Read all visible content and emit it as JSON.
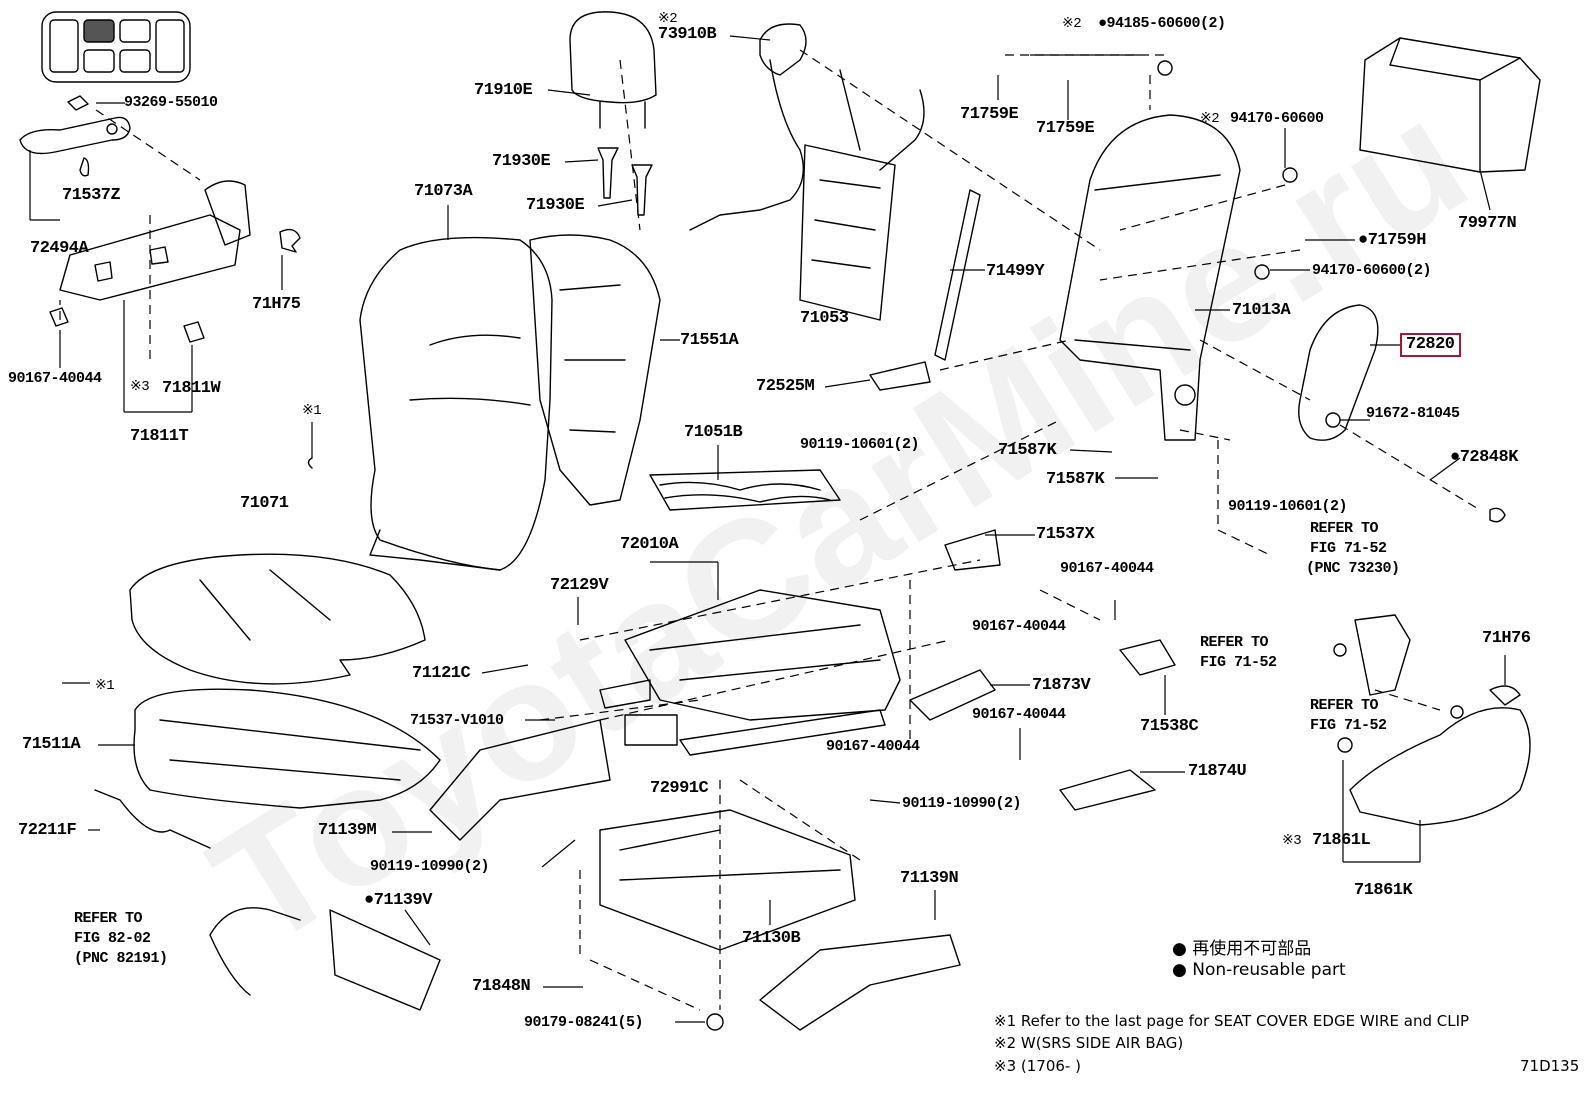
{
  "watermark": "ToyotaCarMine.ru",
  "figure_code": "71D135",
  "highlight_color": "#9b1b3a",
  "legend": {
    "jp": "再使用不可部品",
    "en": "Non-reusable part"
  },
  "notes": [
    "※1 Refer to the last page for SEAT COVER EDGE WIRE and CLIP",
    "※2 W(SRS SIDE AIR BAG)",
    "※3 (1706-    )"
  ],
  "labels": {
    "p93269": "93269-55010",
    "p71537Z": "71537Z",
    "p72494A": "72494A",
    "p90167a": "90167-40044",
    "p71811W": "71811W",
    "p71811T": "71811T",
    "p71H75": "71H75",
    "n1a": "※1",
    "n3a": "※3",
    "p71071": "71071",
    "n1b": "※1",
    "p71511A": "71511A",
    "p72211F": "72211F",
    "p71139M": "71139M",
    "p71139V": "71139V",
    "ref1_l1": "REFER TO",
    "ref1_l2": "FIG 82-02",
    "ref1_l3": "(PNC 82191)",
    "n2a": "※2",
    "p73910B": "73910B",
    "p71910E": "71910E",
    "p71930E1": "71930E",
    "p71930E2": "71930E",
    "p71073A": "71073A",
    "p71551A": "71551A",
    "p71053": "71053",
    "p71051B": "71051B",
    "p90119a": "90119-10601(2)",
    "p72010A": "72010A",
    "p72129V": "72129V",
    "p71121C": "71121C",
    "p71537V": "71537-V1010",
    "p72991C": "72991C",
    "p90119b": "90119-10990(2)",
    "p71130B": "71130B",
    "p71848N": "71848N",
    "p90179": "90179-08241(5)",
    "p71139N": "71139N",
    "p90119c": "90119-10990(2)",
    "p90167b": "90167-40044",
    "n2b": "※2",
    "p94185": "94185-60600(2)",
    "p71759E1": "71759E",
    "p71759E2": "71759E",
    "n2c": "※2",
    "p94170a": "94170-60600",
    "p71499Y": "71499Y",
    "p71013A": "71013A",
    "p72525M": "72525M",
    "p71587K1": "71587K",
    "p71587K2": "71587K",
    "p71537X": "71537X",
    "p90167c": "90167-40044",
    "p90167d": "90167-40044",
    "p71538C": "71538C",
    "p71873V": "71873V",
    "p90167e": "90167-40044",
    "p71874U": "71874U",
    "p79977N": "79977N",
    "p71759H": "71759H",
    "p94170b": "94170-60600(2)",
    "p72820": "72820",
    "p91672": "91672-81045",
    "p72848K": "72848K",
    "p90119d": "90119-10601(2)",
    "ref2_l1": "REFER TO",
    "ref2_l2": "FIG 71-52",
    "ref2_l3": "(PNC 73230)",
    "ref3_l1": "REFER TO",
    "ref3_l2": "FIG 71-52",
    "ref4_l1": "REFER TO",
    "ref4_l2": "FIG 71-52",
    "p71H76": "71H76",
    "n3b": "※3",
    "p71861L": "71861L",
    "p71861K": "71861K"
  }
}
